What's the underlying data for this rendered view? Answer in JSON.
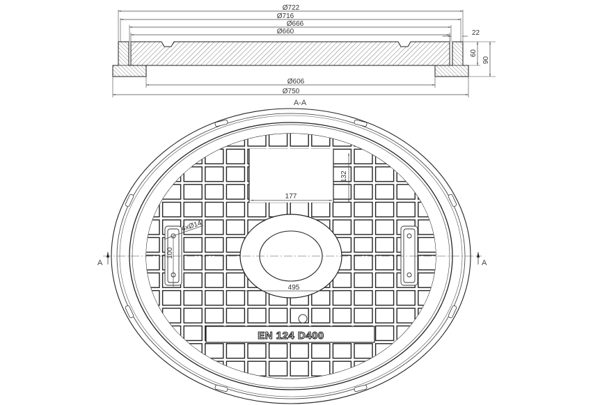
{
  "section_view": {
    "title": "A-A",
    "dimensions": {
      "d722": "Ø722",
      "d716": "Ø716",
      "d666": "Ø666",
      "d660": "Ø660",
      "d606": "Ø606",
      "d750": "Ø750",
      "gap": "22",
      "cover_height": "60",
      "frame_height": "90"
    }
  },
  "plan_view": {
    "section_marker_left": "A",
    "section_marker_right": "A",
    "marking": "EN 124 D400",
    "dimensions": {
      "opening_width": "177",
      "opening_height": "132",
      "hub_diameter": "495",
      "slot_length": "100",
      "bolt_holes": "4xØ14"
    }
  },
  "colors": {
    "line": "#222222",
    "hatch": "#555555",
    "dim_line": "#444444",
    "background": "#ffffff"
  }
}
